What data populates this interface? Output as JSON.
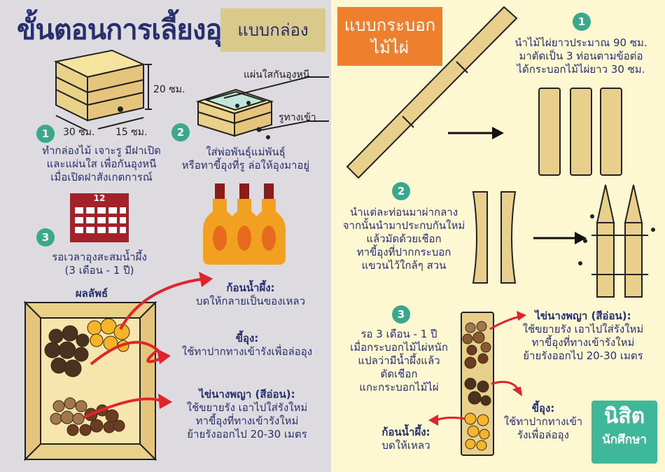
{
  "title": "ขั้นตอนการเลี้ยงอุง",
  "box_tag": "แบบกล่อง",
  "tube_tag": "แบบกระบอก\nไม้ไผ่",
  "colors": {
    "left_bg": "#dedbe0",
    "right_bg": "#fdf8d2",
    "navy": "#27306d",
    "teal": "#3aa88a",
    "red": "#e0252a",
    "orange": "#ee7f2d",
    "tan": "#d9c98b"
  },
  "box": {
    "dim_height": "20 ซม.",
    "dim_length": "30 ซม.",
    "dim_width": "15 ซม.",
    "label_plastic": "แผ่นใสกันอุงหนี",
    "label_entrance": "รูทางเข้า",
    "steps": [
      {
        "num": "1",
        "lines": [
          "ทำกล่องไม้ เจาะรู มีฝาเปิด",
          "และแผ่นใส เพื่อกันอุงหนี",
          "เมื่อเปิดฝาสังเกตการณ์"
        ]
      },
      {
        "num": "2",
        "lines": [
          "ใส่พ่อพันธุ์แม่พันธุ์",
          "หรือทาขี้อุงที่รู ล่อให้อุงมาอยู่"
        ]
      },
      {
        "num": "3",
        "lines": [
          "รอเวลาอุงสะสมน้ำผึ้ง",
          "(3 เดือน - 1 ปี)"
        ]
      }
    ],
    "calendar_day": "12",
    "result_heading": "ผลลัพธ์",
    "products": [
      {
        "title": "ก้อนน้ำผึ้ง:",
        "lines": [
          "บดให้กลายเป็นของเหลว"
        ]
      },
      {
        "title": "ขี้อุง:",
        "lines": [
          "ใช้ทาปากทางเข้ารังเพื่อล่ออุง"
        ]
      },
      {
        "title": "ไข่นางพญา (สีอ่อน):",
        "lines": [
          "ใช้ขยายรัง เอาไปใส่รังใหม่",
          "ทาขี้อุงที่ทางเข้ารังใหม่",
          "ย้ายรังออกไป 20-30 เมตร"
        ]
      }
    ]
  },
  "tube": {
    "steps": [
      {
        "num": "1",
        "lines": [
          "นำไม้ไผ่ยาวประมาณ 90 ซม.",
          "มาตัดเป็น 3 ท่อนตามข้อต่อ",
          "ได้กระบอกไม้ไผ่ยาว 30 ซม."
        ]
      },
      {
        "num": "2",
        "lines": [
          "นำแต่ละท่อนมาผ่ากลาง",
          "จากนั้นนำมาประกบกันใหม่",
          "แล้วมัดด้วยเชือก",
          "ทาขี้อุงที่ปากกระบอก",
          "แขวนไว้ใกล้ๆ สวน"
        ]
      },
      {
        "num": "3",
        "lines": [
          "รอ 3 เดือน - 1 ปี",
          "เมื่อกระบอกไม้ไผ่หนัก",
          "แปลว่ามีน้ำผึ้งแล้ว",
          "ตัดเชือก",
          "แกะกระบอกไม้ไผ่"
        ]
      }
    ],
    "products": [
      {
        "title": "ไข่นางพญา (สีอ่อน):",
        "lines": [
          "ใช้ขยายรัง เอาไปใส่รังใหม่",
          "ทาขี้อุงที่ทางเข้ารังใหม่",
          "ย้ายรังออกไป 20-30 เมตร"
        ]
      },
      {
        "title": "ขี้อุง:",
        "lines": [
          "ใช้ทาปากทางเข้า",
          "รังเพื่อล่ออุง"
        ]
      },
      {
        "title": "ก้อนน้ำผึ้ง:",
        "lines": [
          "บดให้เหลว"
        ]
      }
    ]
  },
  "logo": {
    "line1": "นิสิต",
    "line2": "นักศึกษา"
  }
}
